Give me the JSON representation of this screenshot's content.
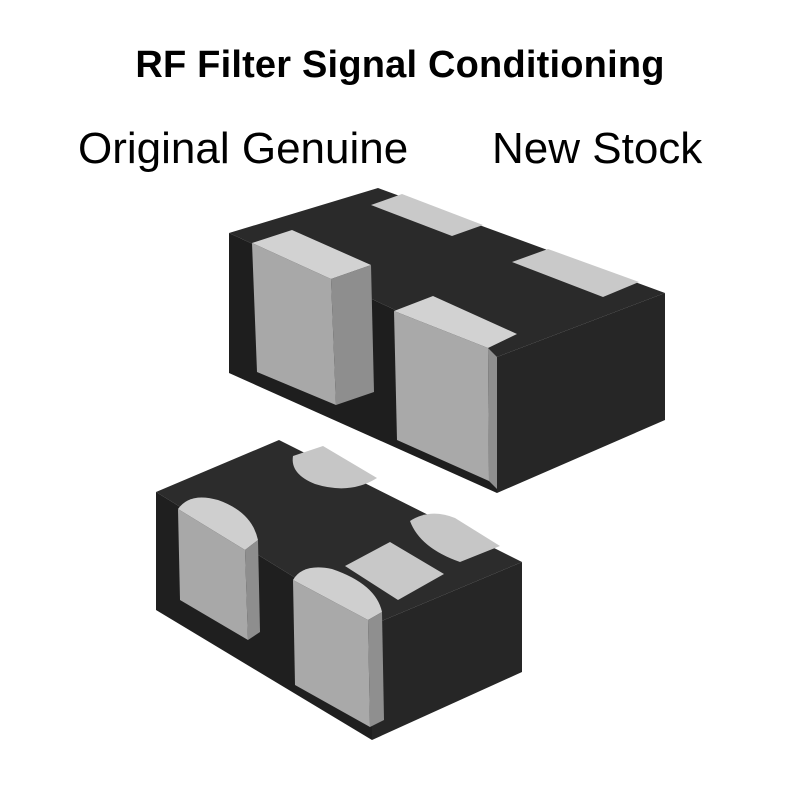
{
  "header": {
    "title": "RF Filter Signal Conditioning",
    "subtitle_left": "Original Genuine",
    "subtitle_right": "New Stock"
  },
  "colors": {
    "background": "#ffffff",
    "text": "#000000",
    "body_top": "#2a2a2a",
    "body_front": "#1f1f1f",
    "body_side": "#262626",
    "pad_light": "#cfcfcf",
    "pad_mid": "#a9a9a9",
    "pad_dark": "#8e8e8e"
  }
}
